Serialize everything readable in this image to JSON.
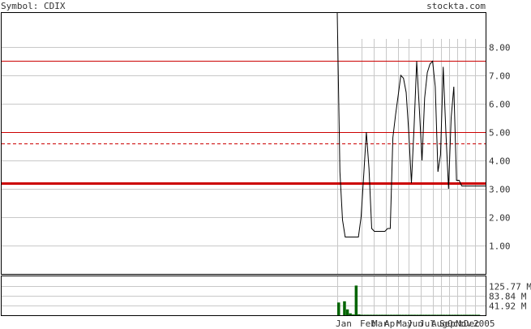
{
  "header": {
    "symbol_label": "Symbol: CDIX",
    "site": "stockta.com"
  },
  "colors": {
    "frame": "#000000",
    "grid_horizontal": "#c8c8c8",
    "grid_vertical": "#c8c8c8",
    "price_line": "#000000",
    "resistance": "#cc0000",
    "volume_bar": "#006400",
    "text": "#333333"
  },
  "chart_data": [
    {
      "type": "line",
      "panel": "price",
      "title": "",
      "xlabel": "",
      "ylabel": "",
      "ylim": [
        0,
        9.2
      ],
      "y_ticks": [
        "1.00",
        "2.00",
        "3.00",
        "4.00",
        "5.00",
        "6.00",
        "7.00",
        "8.00"
      ],
      "grid": true,
      "x_tick_labels": [
        "Jan",
        "Feb",
        "Mar",
        "Apr",
        "May",
        "Jun",
        "Jul",
        "Aug",
        "Sep",
        "Oct",
        "Nov",
        "Dec",
        "2005"
      ],
      "series": [
        {
          "values": [
            9.2,
            3.6,
            1.9,
            1.3,
            1.3,
            1.3,
            1.3,
            1.3,
            1.3,
            2.0,
            3.5,
            5.0,
            3.7,
            1.6,
            1.5,
            1.5,
            1.5,
            1.5,
            1.5,
            1.6,
            1.6,
            4.8,
            5.6,
            6.3,
            7.0,
            6.9,
            6.4,
            5.0,
            3.2,
            5.2,
            7.5,
            5.8,
            4.0,
            6.2,
            7.1,
            7.4,
            7.5,
            6.6,
            3.6,
            4.2,
            7.3,
            5.0,
            3.0,
            5.5,
            6.6,
            3.3,
            3.3,
            3.1,
            3.1,
            3.1,
            3.1,
            3.1,
            3.1,
            3.1,
            3.1,
            3.1,
            3.1
          ]
        }
      ],
      "reference_lines": [
        {
          "value": 7.5,
          "style": "solid"
        },
        {
          "value": 5.0,
          "style": "solid"
        },
        {
          "value": 4.6,
          "style": "dashed"
        },
        {
          "value": 3.2,
          "style": "thick"
        }
      ]
    },
    {
      "type": "bar",
      "panel": "volume",
      "title": "",
      "ylim": [
        0,
        167.7
      ],
      "y_ticks": [
        "41.92 M",
        "83.84 M",
        "125.77 M"
      ],
      "grid": true,
      "values": [
        55,
        0,
        60,
        25,
        8,
        3,
        128,
        4,
        2,
        2,
        2,
        2,
        2,
        2,
        2,
        2,
        2,
        2,
        2,
        2,
        2,
        2,
        2,
        2,
        2,
        2,
        2,
        2,
        2,
        2,
        2,
        2,
        2,
        2,
        2,
        2,
        2,
        2,
        2,
        2,
        2,
        2,
        2,
        2,
        2,
        2,
        2,
        2,
        2
      ]
    }
  ]
}
